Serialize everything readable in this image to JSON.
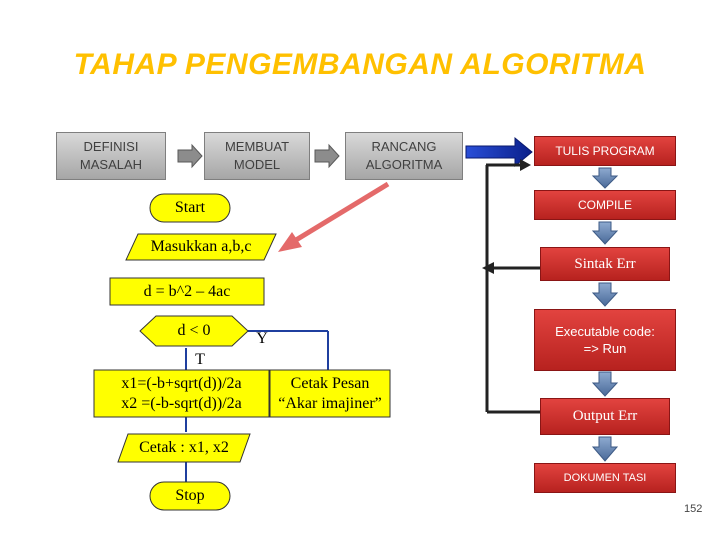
{
  "title": "TAHAP PENGEMBANGAN ALGORITMA",
  "steps": {
    "definisi": "DEFINISI MASALAH",
    "membuat": "MEMBUAT MODEL",
    "rancang": "RANCANG ALGORITMA",
    "tulis": "TULIS PROGRAM",
    "compile": "COMPILE",
    "sintak": "Sintak Err",
    "exec": "Executable code: => Run",
    "output": "Output Err",
    "dokumen": "DOKUMEN TASI"
  },
  "flowchart": {
    "start": "Start",
    "input": "Masukkan a,b,c",
    "compute": "d = b^2 – 4ac",
    "decision": "d < 0",
    "yes": "Y",
    "no": "T",
    "roots_1": "x1=(-b+sqrt(d))/2a",
    "roots_2": "x2 =(-b-sqrt(d))/2a",
    "msg_1": "Cetak Pesan",
    "msg_2": "“Akar imajiner”",
    "print": "Cetak : x1, x2",
    "stop": "Stop"
  },
  "page_number": "152",
  "colors": {
    "title": "#ffc000",
    "gray_box": "#bfbfbf",
    "red_box": "#c62c28",
    "flow_shape": "#ffff00",
    "arrow_blue": "#1f3fc0",
    "arrow_gray": "#5b7fb0"
  }
}
